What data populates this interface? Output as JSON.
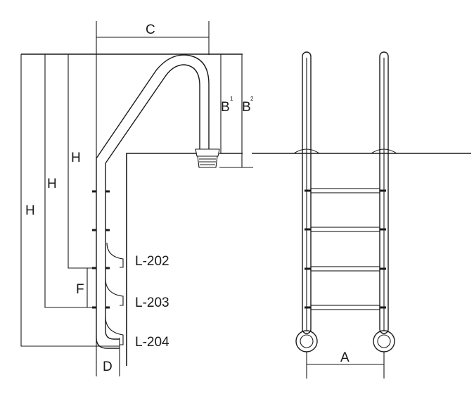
{
  "dimensions": {
    "c": "C",
    "b1": "B",
    "b1_sup": "1",
    "b2": "B",
    "b2_sup": "2",
    "h_inner": "H",
    "h_middle": "H",
    "h_outer": "H",
    "f": "F",
    "d": "D",
    "a": "A"
  },
  "models": {
    "l202": "L-202",
    "l203": "L-203",
    "l204": "L-204"
  }
}
